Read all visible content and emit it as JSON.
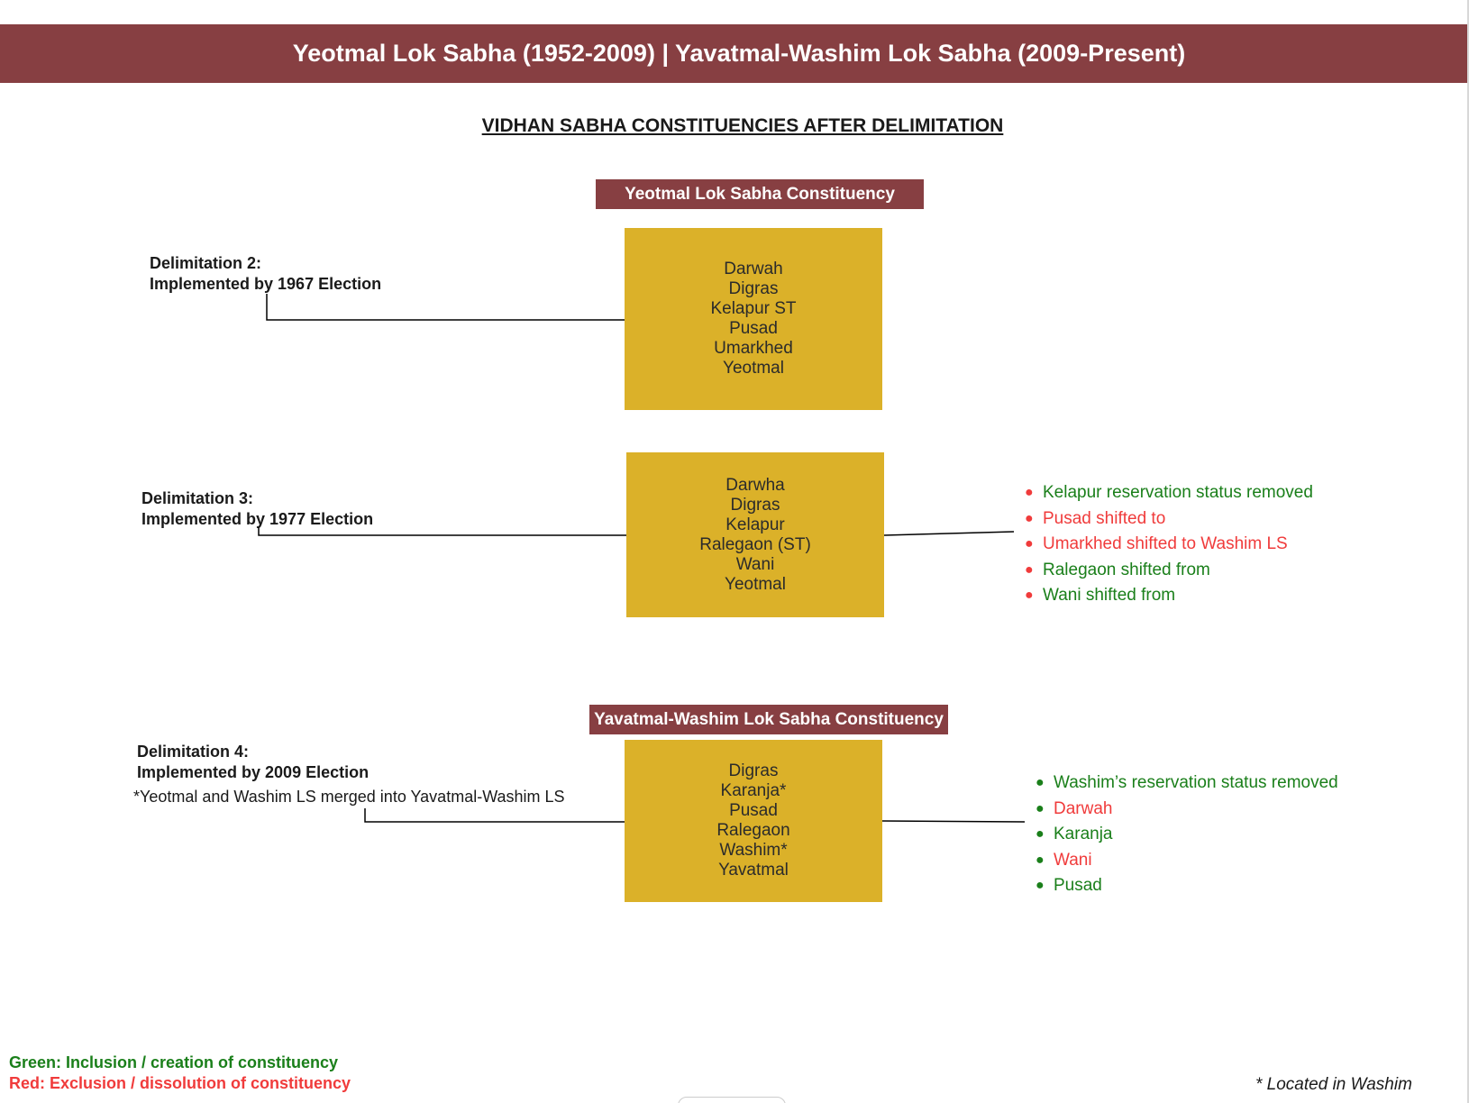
{
  "header": {
    "title": "Yeotmal Lok Sabha (1952-2009) | Yavatmal-Washim Lok Sabha (2009-Present)"
  },
  "main_title": "VIDHAN SABHA CONSTITUENCIES AFTER DELIMITATION",
  "ls_labels": {
    "yeotmal": "Yeotmal Lok Sabha Constituency",
    "yavatmal_washim": "Yavatmal-Washim Lok Sabha Constituency"
  },
  "delimitations": [
    {
      "title": "Delimitation 2:",
      "implemented": "Implemented by 1967 Election",
      "constituencies": [
        "Darwah",
        "Digras",
        "Kelapur ST",
        "Pusad",
        "Umarkhed",
        "Yeotmal"
      ]
    },
    {
      "title": "Delimitation 3:",
      "implemented": "Implemented by 1977 Election",
      "constituencies": [
        "Darwha",
        "Digras",
        "Kelapur",
        "Ralegaon (ST)",
        "Wani",
        "Yeotmal"
      ],
      "changes": [
        {
          "text": "Kelapur reservation status removed",
          "color": "#1a7f1a"
        },
        {
          "text": "Pusad shifted to",
          "color": "#f03b3b"
        },
        {
          "text": "Umarkhed shifted to Washim LS",
          "color": "#f03b3b"
        },
        {
          "text": "Ralegaon shifted from",
          "color": "#1a7f1a"
        },
        {
          "text": "Wani shifted from",
          "color": "#1a7f1a"
        }
      ]
    },
    {
      "title": "Delimitation 4:",
      "implemented": "Implemented by 2009 Election",
      "note": "*Yeotmal and Washim LS merged into Yavatmal-Washim LS",
      "constituencies": [
        "Digras",
        "Karanja*",
        "Pusad",
        "Ralegaon",
        "Washim*",
        "Yavatmal"
      ],
      "changes": [
        {
          "text": "Washim’s reservation status removed",
          "color": "#1a7f1a"
        },
        {
          "text": "Darwah",
          "color": "#f03b3b"
        },
        {
          "text": "Karanja",
          "color": "#1a7f1a"
        },
        {
          "text": "Wani",
          "color": "#f03b3b"
        },
        {
          "text": "Pusad",
          "color": "#1a7f1a"
        }
      ]
    }
  ],
  "bullet_colors": {
    "d3": "#f03b3b",
    "d4": "#1a7f1a"
  },
  "legend": {
    "green": "Green: Inclusion / creation of constituency",
    "red": "Red: Exclusion / dissolution of constituency",
    "green_color": "#1a7f1a",
    "red_color": "#f03b3b"
  },
  "footnote": "* Located in Washim",
  "colors": {
    "banner": "#873f42",
    "box": "#dbb129"
  }
}
